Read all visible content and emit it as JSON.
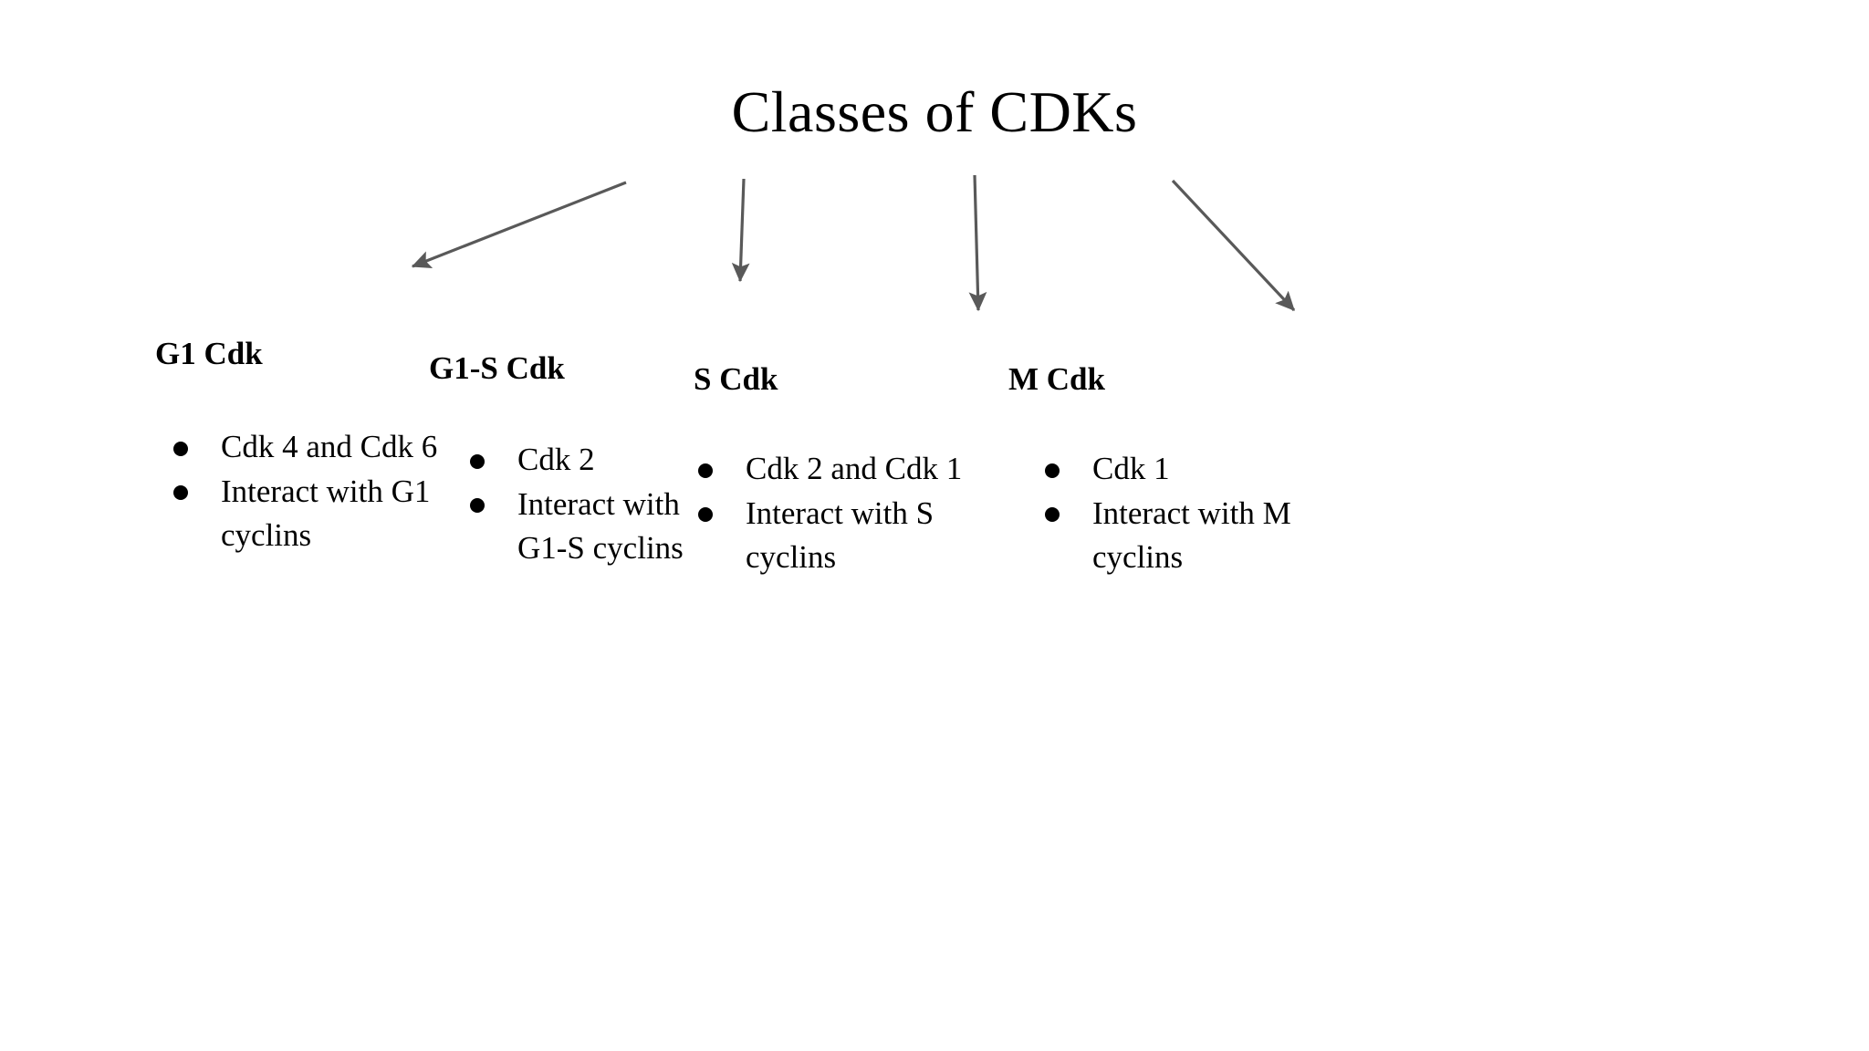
{
  "slide": {
    "title": "Classes of CDKs",
    "background_color": "#ffffff",
    "text_color": "#000000",
    "arrow_color": "#595959"
  },
  "columns": [
    {
      "header": "G1 Cdk",
      "bullets": [
        "Cdk 4 and Cdk 6",
        "Interact with G1 cyclins"
      ]
    },
    {
      "header": "G1-S Cdk",
      "bullets": [
        "Cdk 2",
        "Interact with G1-S cyclins"
      ]
    },
    {
      "header": "S Cdk",
      "bullets": [
        "Cdk 2 and Cdk 1",
        "Interact with S cyclins"
      ]
    },
    {
      "header": "M Cdk",
      "bullets": [
        "Cdk 1",
        "Interact with M cyclins"
      ]
    }
  ],
  "arrows": [
    {
      "name": "arrow-to-g1",
      "label": "arrow-down-left-icon"
    },
    {
      "name": "arrow-to-g1s",
      "label": "arrow-down-icon"
    },
    {
      "name": "arrow-to-s",
      "label": "arrow-down-icon"
    },
    {
      "name": "arrow-to-m",
      "label": "arrow-down-right-icon"
    }
  ]
}
